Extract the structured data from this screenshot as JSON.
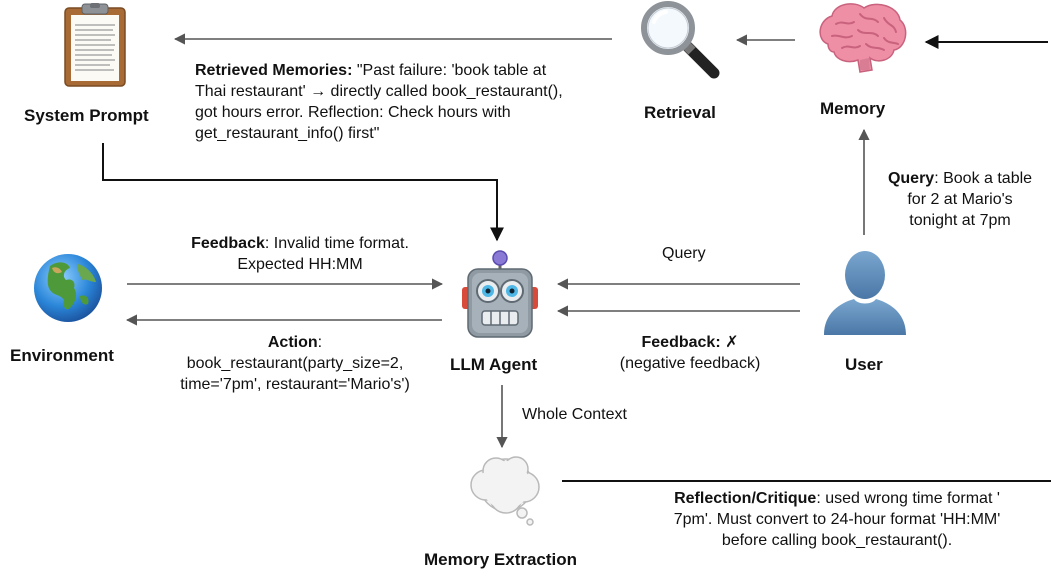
{
  "nodes": {
    "system_prompt": {
      "label": "System Prompt",
      "icon": "clipboard-icon"
    },
    "retrieval": {
      "label": "Retrieval",
      "icon": "magnifying-glass-icon"
    },
    "memory": {
      "label": "Memory",
      "icon": "brain-icon"
    },
    "environment": {
      "label": "Environment",
      "icon": "globe-icon"
    },
    "llm_agent": {
      "label": "LLM Agent",
      "icon": "robot-icon"
    },
    "user": {
      "label": "User",
      "icon": "user-silhouette-icon"
    },
    "memory_extraction": {
      "label": "Memory Extraction",
      "icon": "thought-cloud-icon"
    }
  },
  "edges": {
    "retrieved_memories": {
      "title": "Retrieved Memories:",
      "lines": [
        "\"Past failure: 'book table at",
        "Thai restaurant' → directly called book_restaurant(),",
        "got hours error. Reflection: Check hours with",
        "get_restaurant_info() first\""
      ]
    },
    "user_query_to_memory": {
      "title": "Query",
      "lines": [
        ": Book a table",
        "for 2 at Mario's",
        "tonight at 7pm"
      ]
    },
    "env_feedback": {
      "title": "Feedback",
      "lines": [
        ": Invalid time format.",
        "Expected HH:MM"
      ]
    },
    "action": {
      "title": "Action",
      "lines": [
        ":",
        "book_restaurant(party_size=2,",
        "time='7pm', restaurant='Mario's')"
      ]
    },
    "user_query": {
      "label": "Query"
    },
    "user_feedback": {
      "title": "Feedback: ✗",
      "lines": [
        "(negative feedback)"
      ]
    },
    "whole_context": {
      "label": "Whole Context"
    },
    "reflection": {
      "title": "Reflection/Critique",
      "lines": [
        ": used wrong time format '",
        "7pm'. Must convert to 24-hour format 'HH:MM'",
        "before calling book_restaurant()."
      ]
    }
  },
  "colors": {
    "arrow_dark": "#111111",
    "arrow_gray": "#555555",
    "user_blue": "#5c88b3",
    "brain_pink": "#ee8fa6",
    "clipboard_brown": "#a86b36"
  }
}
